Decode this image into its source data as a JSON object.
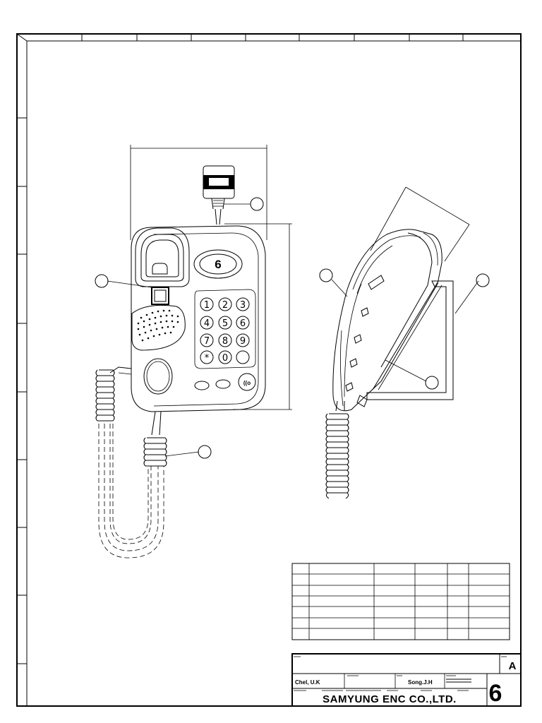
{
  "phone_face": {
    "logo": "6",
    "keypad": [
      "1",
      "2",
      "3",
      "4",
      "5",
      "6",
      "7",
      "8",
      "9",
      "*",
      "0",
      ""
    ],
    "speaker_glyph": "((o"
  },
  "title_block": {
    "revision": "A",
    "drawn_by": "Chel, U.K",
    "checked_by": "Song.J.H",
    "company": "SAMYUNG ENC CO.,LTD.",
    "logo": "6"
  }
}
